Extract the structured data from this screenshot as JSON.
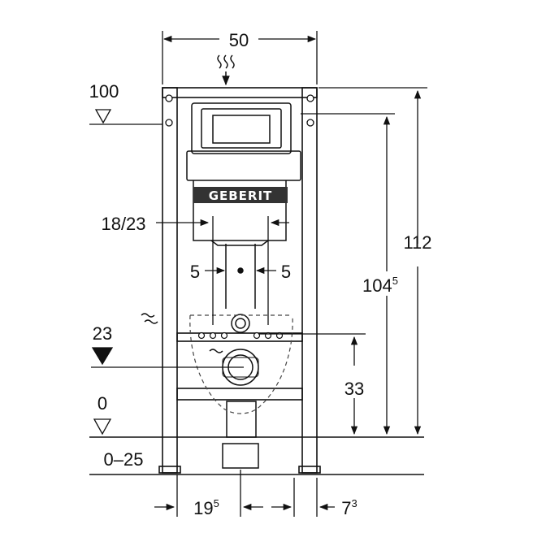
{
  "brand": "GEBERIT",
  "dimensions": {
    "width_top": "50",
    "height_total": "112",
    "height_frame": "104",
    "height_frame_sup": "5",
    "level_top": "100",
    "pipe_width": "18/23",
    "offset_left": "5",
    "offset_right": "5",
    "level_mid": "23",
    "height_outlet": "33",
    "level_floor": "0",
    "floor_range": "0–25",
    "bottom_left": "19",
    "bottom_left_sup": "5",
    "bottom_right": "7",
    "bottom_right_sup": "3"
  },
  "colors": {
    "line": "#111111",
    "logo_bg": "#333333",
    "dash": "#444444"
  }
}
